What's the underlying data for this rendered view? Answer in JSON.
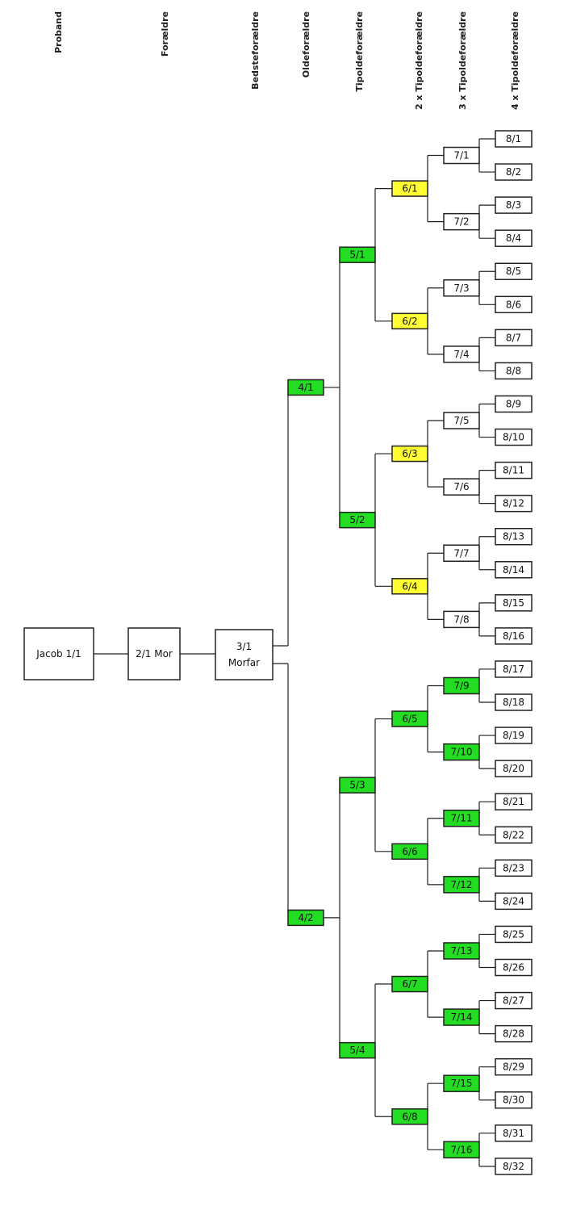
{
  "headers": [
    "Proband",
    "Forældre",
    "Bedsteforældre",
    "Oldeforældre",
    "Tipoldeforældre",
    "2 x Tipoldeforældre",
    "3 x Tipoldeforældre",
    "4 x Tipoldeforældre"
  ],
  "colors": {
    "green": "#22dd22",
    "yellow": "#ffff33",
    "white": "#ffffff",
    "border": "#222222"
  },
  "gen1": {
    "label": "Jacob 1/1"
  },
  "gen2": {
    "label": "2/1 Mor"
  },
  "gen3": {
    "line1": "3/1",
    "line2": "Morfar"
  },
  "gen4": [
    {
      "label": "4/1",
      "fill": "green"
    },
    {
      "label": "4/2",
      "fill": "green"
    }
  ],
  "gen5": [
    {
      "label": "5/1",
      "fill": "green"
    },
    {
      "label": "5/2",
      "fill": "green"
    },
    {
      "label": "5/3",
      "fill": "green"
    },
    {
      "label": "5/4",
      "fill": "green"
    }
  ],
  "gen6": [
    {
      "label": "6/1",
      "fill": "yellow"
    },
    {
      "label": "6/2",
      "fill": "yellow"
    },
    {
      "label": "6/3",
      "fill": "yellow"
    },
    {
      "label": "6/4",
      "fill": "yellow"
    },
    {
      "label": "6/5",
      "fill": "green"
    },
    {
      "label": "6/6",
      "fill": "green"
    },
    {
      "label": "6/7",
      "fill": "green"
    },
    {
      "label": "6/8",
      "fill": "green"
    }
  ],
  "gen7": [
    {
      "label": "7/1",
      "fill": "white"
    },
    {
      "label": "7/2",
      "fill": "white"
    },
    {
      "label": "7/3",
      "fill": "white"
    },
    {
      "label": "7/4",
      "fill": "white"
    },
    {
      "label": "7/5",
      "fill": "white"
    },
    {
      "label": "7/6",
      "fill": "white"
    },
    {
      "label": "7/7",
      "fill": "white"
    },
    {
      "label": "7/8",
      "fill": "white"
    },
    {
      "label": "7/9",
      "fill": "green"
    },
    {
      "label": "7/10",
      "fill": "green"
    },
    {
      "label": "7/11",
      "fill": "green"
    },
    {
      "label": "7/12",
      "fill": "green"
    },
    {
      "label": "7/13",
      "fill": "green"
    },
    {
      "label": "7/14",
      "fill": "green"
    },
    {
      "label": "7/15",
      "fill": "green"
    },
    {
      "label": "7/16",
      "fill": "green"
    }
  ],
  "gen8": [
    "8/1",
    "8/2",
    "8/3",
    "8/4",
    "8/5",
    "8/6",
    "8/7",
    "8/8",
    "8/9",
    "8/10",
    "8/11",
    "8/12",
    "8/13",
    "8/14",
    "8/15",
    "8/16",
    "8/17",
    "8/18",
    "8/19",
    "8/20",
    "8/21",
    "8/22",
    "8/23",
    "8/24",
    "8/25",
    "8/26",
    "8/27",
    "8/28",
    "8/29",
    "8/30",
    "8/31",
    "8/32"
  ]
}
